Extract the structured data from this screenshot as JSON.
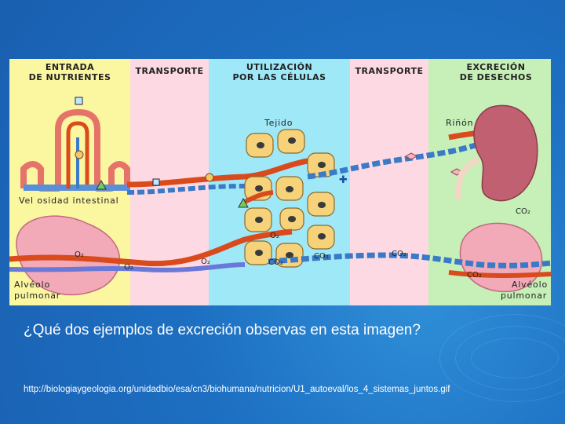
{
  "diagram": {
    "columns": [
      {
        "line1": "ENTRADA",
        "line2": "DE NUTRIENTES",
        "color": "#fbf6a0"
      },
      {
        "line1": "TRANSPORTE",
        "line2": "",
        "color": "#fdd9e3"
      },
      {
        "line1": "UTILIZACIÓN",
        "line2": "POR LAS CÉLULAS",
        "color": "#9fe8f8"
      },
      {
        "line1": "TRANSPORTE",
        "line2": "",
        "color": "#fdd9e3"
      },
      {
        "line1": "EXCRECIÓN",
        "line2": "DE DESECHOS",
        "color": "#c6f0b8"
      }
    ],
    "labels": {
      "tissue": "Tejido",
      "kidney": "Riñón",
      "intestine": "Vel osidad intestinal",
      "alveolus_left_1": "Alvéolo",
      "alveolus_left_2": "pulmonar",
      "alveolus_right_1": "Alvéolo",
      "alveolus_right_2": "pulmonar"
    },
    "gases": {
      "o2_lung": "O₂",
      "o2_vessel": "O₂",
      "o2_vessel2": "O₂",
      "o2_tissue": "O₂",
      "co2_tissue": "CO₂",
      "co2_out1": "CO₂",
      "co2_out2": "CO₂",
      "co2_right_top": "CO₂",
      "co2_lung": "CO₂"
    }
  },
  "caption": "¿Qué dos ejemplos de excreción observas en esta imagen?",
  "source": "http://biologiaygeologia.org/unidadbio/esa/cn3/biohumana/nutricion/U1_autoeval/los_4_sistemas_juntos.gif"
}
